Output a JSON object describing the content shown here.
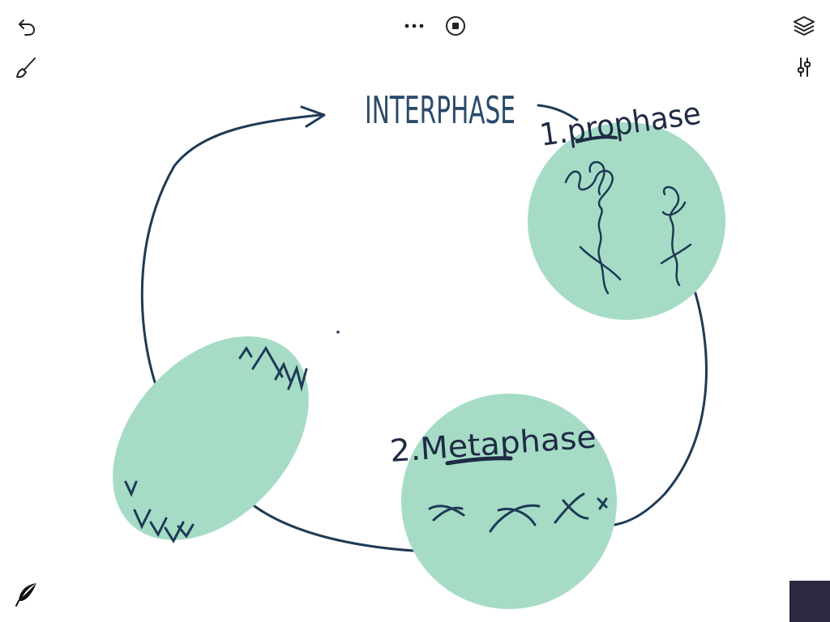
{
  "toolbar": {
    "undo_icon": "undo-icon",
    "brush_icon": "brush-icon",
    "more_icon": "more-icon",
    "record_icon": "stop-record-icon",
    "layers_icon": "layers-icon",
    "adjust_icon": "sliders-icon",
    "pen_icon": "feather-pen-icon"
  },
  "drawing": {
    "interphase_label": "INTERPHASE",
    "prophase_label": "1.prophase",
    "metaphase_label": "2.Metaphase"
  },
  "colors": {
    "cell_fill": "#a6dcc6",
    "ink": "#1f3a55",
    "label_ink": "#2a4a6b",
    "active_color": "#2b2842"
  }
}
